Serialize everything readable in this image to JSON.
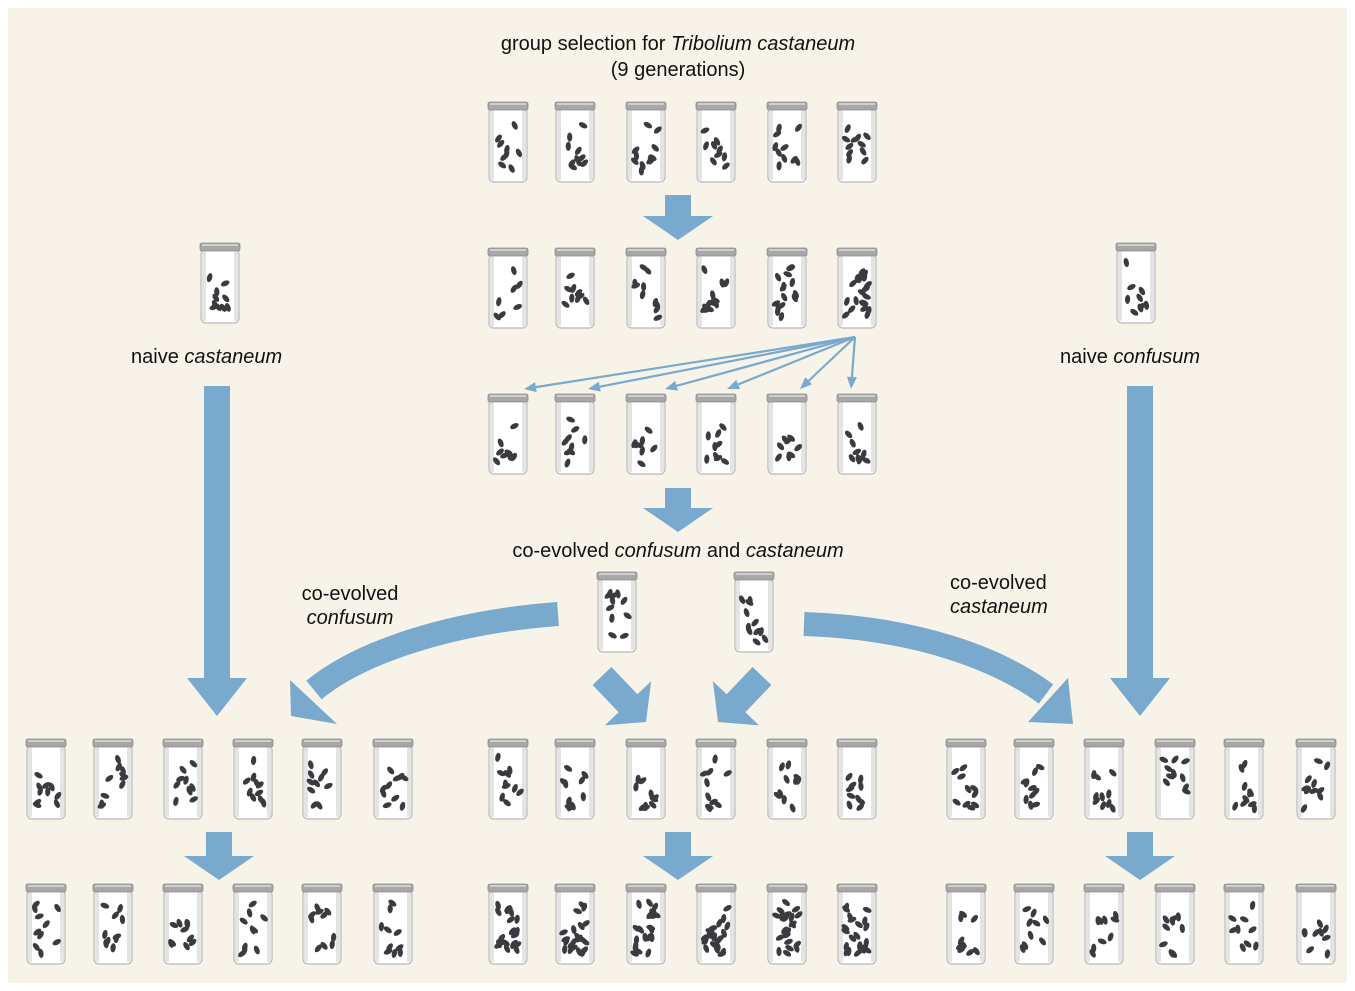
{
  "title": {
    "line1_prefix": "group selection for ",
    "line1_species": "Tribolium castaneum",
    "line2": "(9 generations)"
  },
  "labels": {
    "naive_castaneum": {
      "word": "naive",
      "species": "castaneum"
    },
    "naive_confusum": {
      "word": "naive",
      "species": "confusum"
    },
    "coevolved_both": {
      "prefix": "co-evolved ",
      "species1": "confusum",
      "conj": " and ",
      "species2": "castaneum"
    },
    "coevolved_confusum": {
      "line1": "co-evolved",
      "species": "confusum"
    },
    "coevolved_castaneum": {
      "line1": "co-evolved",
      "species": "castaneum"
    }
  },
  "colors": {
    "background": "#f7f3e9",
    "arrow": "#79a9cc",
    "jar_glass": "#ffffff",
    "jar_outline": "#b9b9b9",
    "jar_lid": "#a7a7a7",
    "beetle": "#3a3a40"
  },
  "icons": {
    "jar": "jar-icon",
    "beetle": "beetle-icon"
  }
}
